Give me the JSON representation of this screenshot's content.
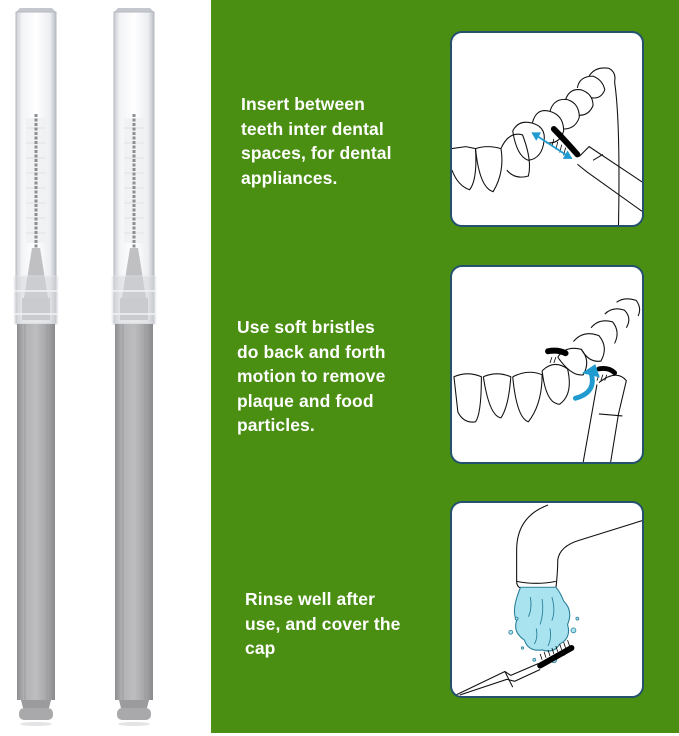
{
  "product": {
    "description": "Interdental brushes with transparent caps",
    "brush_count": 2,
    "colors": {
      "cap": "#e9ebef",
      "handle": "#a7a7a9",
      "panel_background": "#4a8f12",
      "illustration_border": "#23516e",
      "accent_arrow": "#1f9bd0",
      "water": "#a8e3ef"
    }
  },
  "steps": [
    {
      "lines": [
        "Insert between",
        "teeth inter dental",
        "spaces, for dental",
        "appliances."
      ],
      "illustration": "brush-inserted-between-teeth-with-arrow"
    },
    {
      "lines": [
        "Use soft bristles",
        "do back and forth",
        "motion to remove",
        "plaque and food",
        "particles."
      ],
      "illustration": "brush-back-and-forth-motion"
    },
    {
      "lines": [
        "Rinse well after",
        "use, and cover the",
        "cap"
      ],
      "illustration": "rinse-brush-under-faucet"
    }
  ]
}
